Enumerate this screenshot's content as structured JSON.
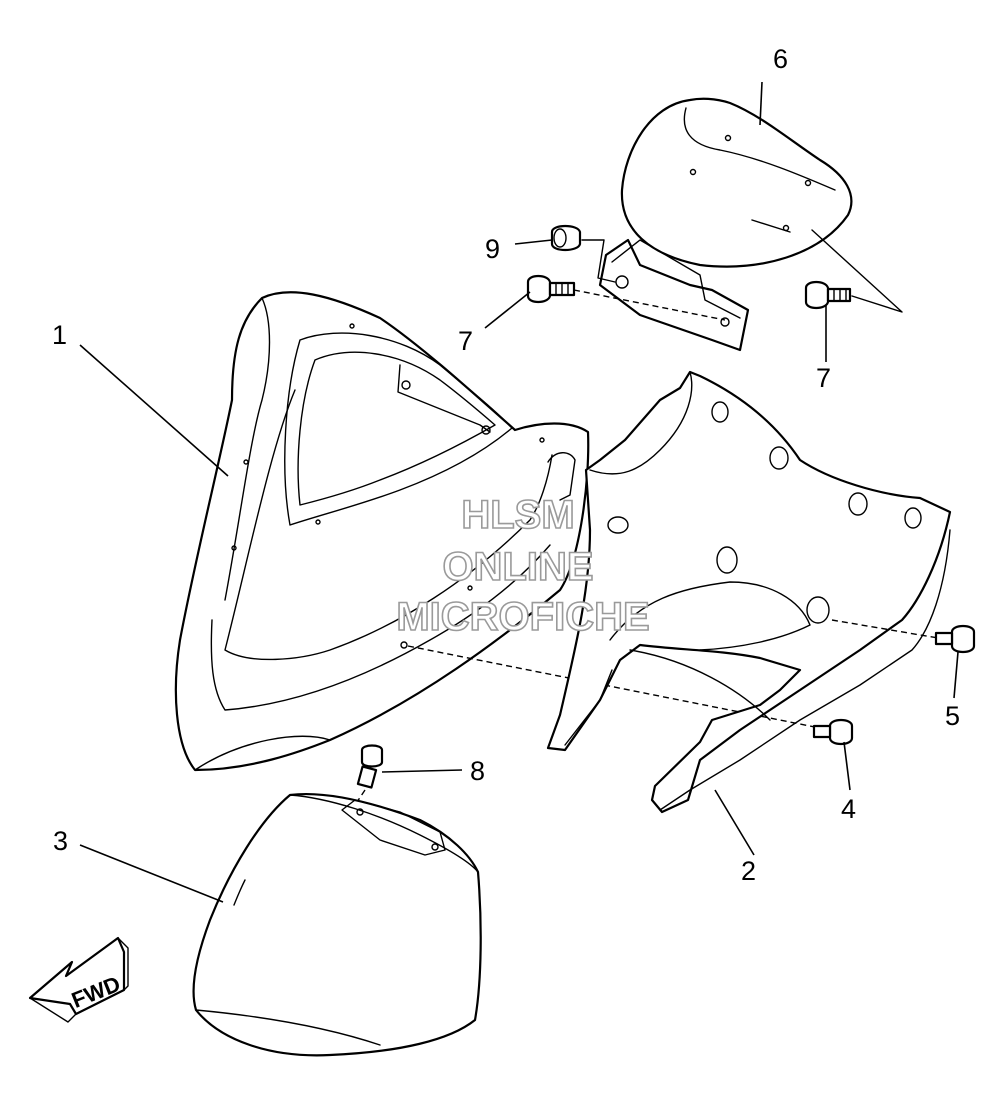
{
  "callouts": {
    "c1": "1",
    "c2": "2",
    "c3": "3",
    "c4": "4",
    "c5": "5",
    "c6": "6",
    "c7a": "7",
    "c7b": "7",
    "c8": "8",
    "c9": "9"
  },
  "watermark": {
    "line1": "HLSM",
    "line2": "ONLINE",
    "line3": "MICROFICHE"
  },
  "direction_arrow": {
    "label": "FWD"
  }
}
